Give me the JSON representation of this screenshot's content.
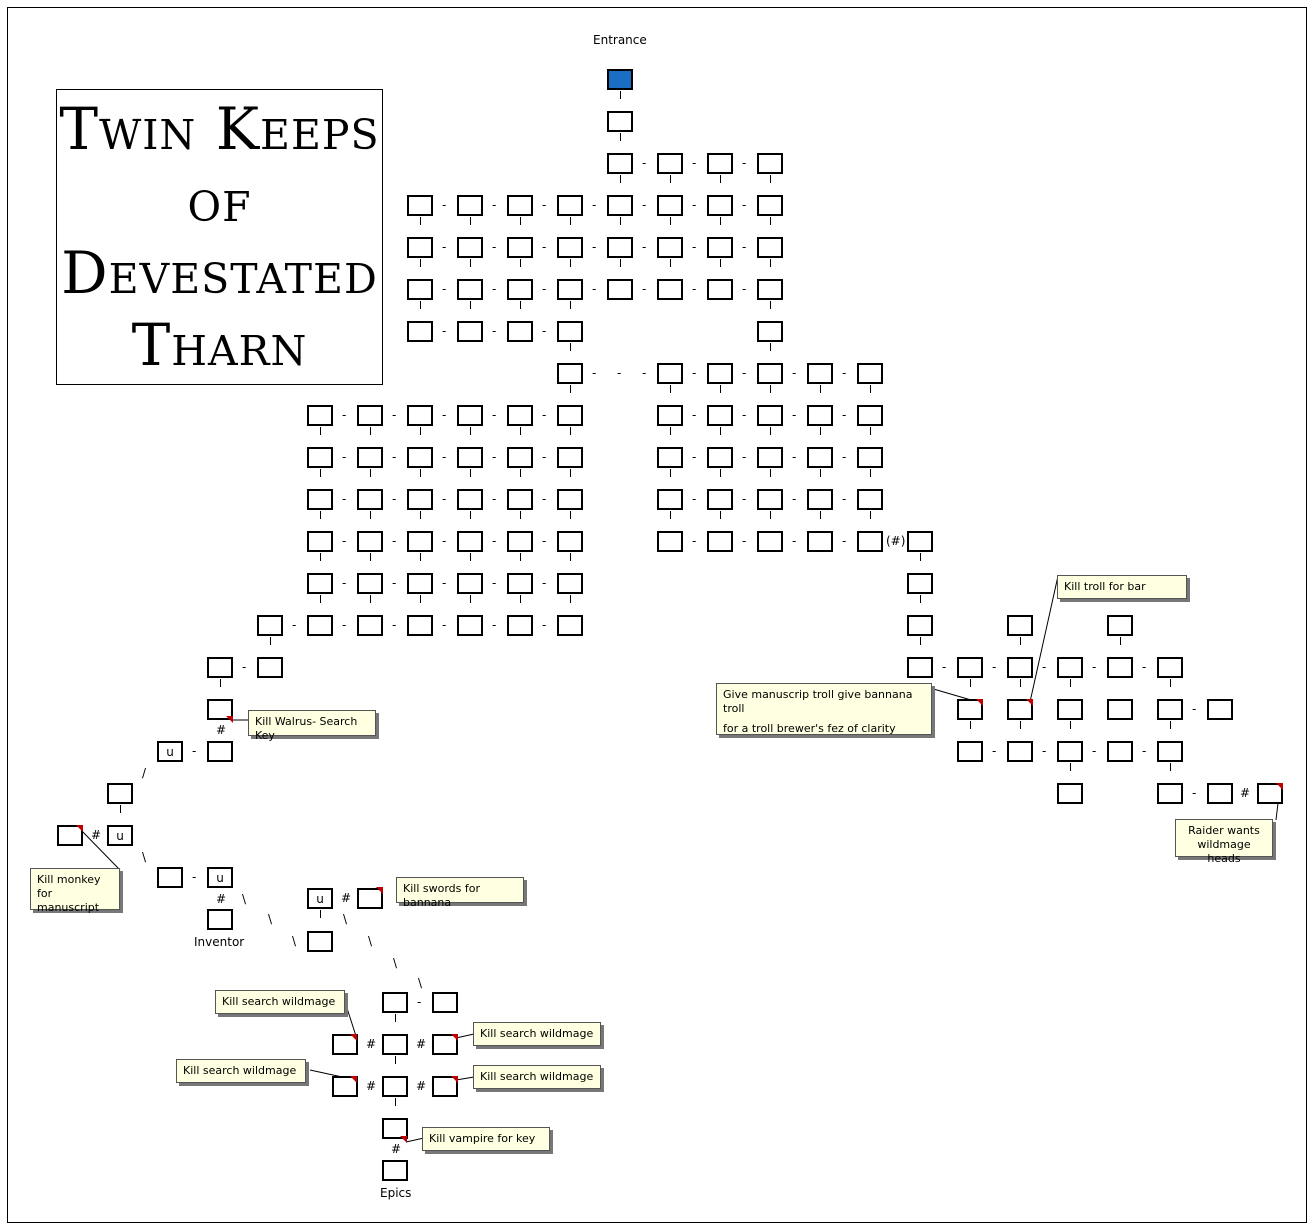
{
  "title": {
    "line1": "Twin Keeps",
    "line2": "of",
    "line3": "Devestated",
    "line4": "Tharn"
  },
  "labels": {
    "entrance": "Entrance",
    "inventor": "Inventor",
    "epics": "Epics"
  },
  "symbols": {
    "hash": "#",
    "hash_paren": "(#)",
    "up": "u",
    "dash": "-",
    "slash": "/",
    "backslash": "\\"
  },
  "notes": {
    "walrus": "Kill Walrus- Search Key",
    "monkey": "Kill monkey for manuscript",
    "swords": "Kill swords for bannana",
    "wildmage_1": "Kill search wildmage",
    "wildmage_2": "Kill search wildmage",
    "wildmage_3": "Kill search wildmage",
    "wildmage_4": "Kill search wildmage",
    "vampire": "Kill vampire for key",
    "troll_bar": "Kill troll for bar",
    "manuscript_line1": "Give manuscrip troll give bannana troll",
    "manuscript_line2": "for a troll brewer's fez of clarity",
    "raider": "Raider wants wildmage heads"
  },
  "colors": {
    "entrance": "#1a6fc4",
    "note_bg": "#ffffe1",
    "marker": "#c00000"
  }
}
